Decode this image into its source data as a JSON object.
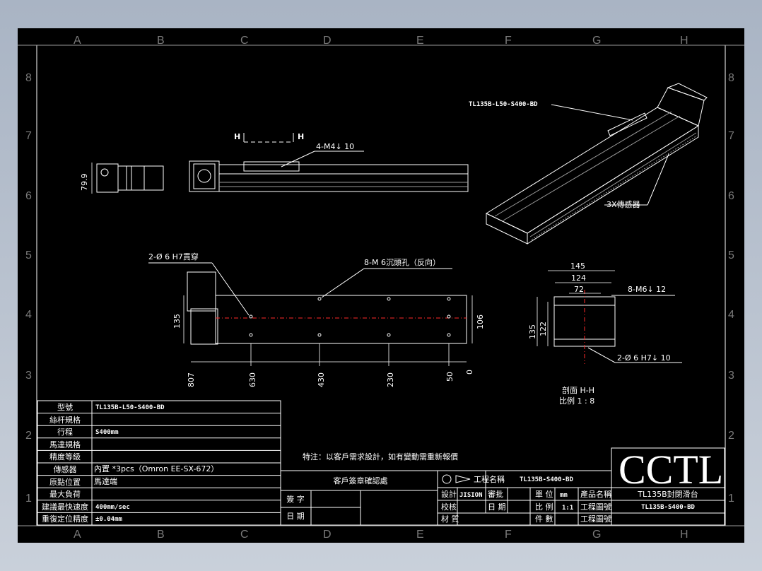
{
  "grid": {
    "cols": [
      "A",
      "B",
      "C",
      "D",
      "E",
      "F",
      "G",
      "H"
    ],
    "rows": [
      "8",
      "7",
      "6",
      "5",
      "4",
      "3",
      "2",
      "1"
    ]
  },
  "labels": {
    "model_callout": "TL135B-L50-S400-BD",
    "section_mark_left": "H",
    "section_mark_right": "H",
    "tap_holes": "4-M4↓ 10",
    "sensor_callout": "3X傳感器",
    "height_79": "79.9",
    "through_holes": "2-Ø 6  H7貫穿",
    "counterbore": "8-M 6沉頭孔（反向）",
    "dim_135_left": "135",
    "dim_106": "106",
    "bottom_dims": [
      "807",
      "630",
      "430",
      "230",
      "50",
      "0"
    ],
    "dim_145": "145",
    "dim_124": "124",
    "dim_72": "72",
    "m6_holes": "8-M6↓ 12",
    "dim_135_right": "135",
    "dim_122": "122",
    "pin_holes": "2-Ø 6  H7↓ 10",
    "section_title": "剖面  H-H",
    "scale_label": "比例  1 : 8",
    "note": "特注：以客戶需求設計，如有變動需重新報價"
  },
  "spec_table": [
    {
      "key": "型號",
      "value": "TL135B-L50-S400-BD"
    },
    {
      "key": "絲杆規格",
      "value": ""
    },
    {
      "key": "行程",
      "value": "S400mm"
    },
    {
      "key": "馬達規格",
      "value": ""
    },
    {
      "key": "精度等級",
      "value": ""
    },
    {
      "key": "傳感器",
      "value": "內置 *3pcs（Omron EE-SX-672）"
    },
    {
      "key": "原點位置",
      "value": "馬達端"
    },
    {
      "key": "最大負荷",
      "value": ""
    },
    {
      "key": "建議最快速度",
      "value": "400mm/sec"
    },
    {
      "key": "重復定位精度",
      "value": "±0.04mm"
    }
  ],
  "approval": {
    "title": "客戶簽章確認處",
    "sign": "簽 字",
    "date": "日 期"
  },
  "title_block": {
    "drawing_name_label": "工程名稱",
    "drawing_name": "TL135B-S400-BD",
    "design_label": "設計",
    "designer": "JISION",
    "review_label": "審批",
    "unit_label": "單 位",
    "unit": "mm",
    "product_label": "產品名稱",
    "check_label": "校核",
    "date_label": "日 期",
    "scale_label": "比 例",
    "scale": "1:1",
    "dwg_no_label": "工程圖號",
    "material_label": "材 質",
    "qty_label": "件 數",
    "dwg_label2": "工程圖號",
    "logo": "CCTL",
    "product_name": "TL135B封閉滑台",
    "product_code": "TL135B-S400-BD"
  }
}
